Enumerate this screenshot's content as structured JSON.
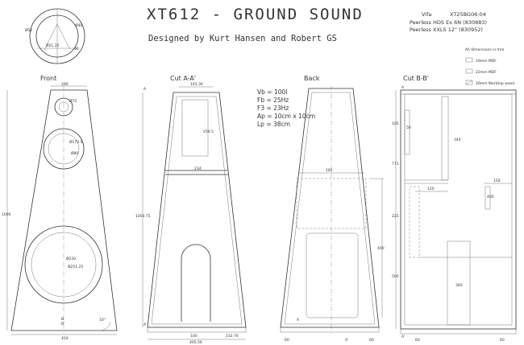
{
  "title": "XT612 - GROUND SOUND",
  "subtitle": "Designed by Kurt Hansen and Robert GS",
  "parts": [
    "Vifa",
    "XT25BG06-04",
    "Peerless HDS Ex 6N (830883)",
    "Peerless XXLS 12\" (830952)"
  ],
  "params": [
    "Vb = 100l",
    "Fb = 25Hz",
    "F3 = 23Hz",
    "Ap = 10cm x 10cm",
    "Lp = 38cm"
  ],
  "views": {
    "front": "Front",
    "cut_a": "Cut A-A'",
    "back": "Back",
    "cut_b": "Cut B-B'"
  },
  "legend": {
    "note": "All dimensions in mm",
    "items": [
      "19mm MDF",
      "22mm MDF",
      "26mm Worktop wood"
    ]
  },
  "dims": {
    "top_circle": [
      "Ø52",
      "Ø40",
      "Ø21.25",
      "36"
    ],
    "front": [
      "290",
      "Ø72",
      "Ø172.5",
      "Ø80",
      "Ø230",
      "Ø251.25",
      "B",
      "B'",
      "1000",
      "450",
      "10°"
    ],
    "cut_a": [
      "145.36",
      "254.5",
      "234",
      "1003.75",
      "100",
      "232.76",
      "405.56",
      "A",
      "A'"
    ],
    "back": [
      "182",
      "400",
      "A",
      "A'",
      "60",
      "60"
    ],
    "cut_b": [
      "105",
      "50",
      "344",
      "120",
      "150",
      "400",
      "771",
      "225",
      "500",
      "360",
      "A",
      "A'",
      "60",
      "60"
    ]
  }
}
